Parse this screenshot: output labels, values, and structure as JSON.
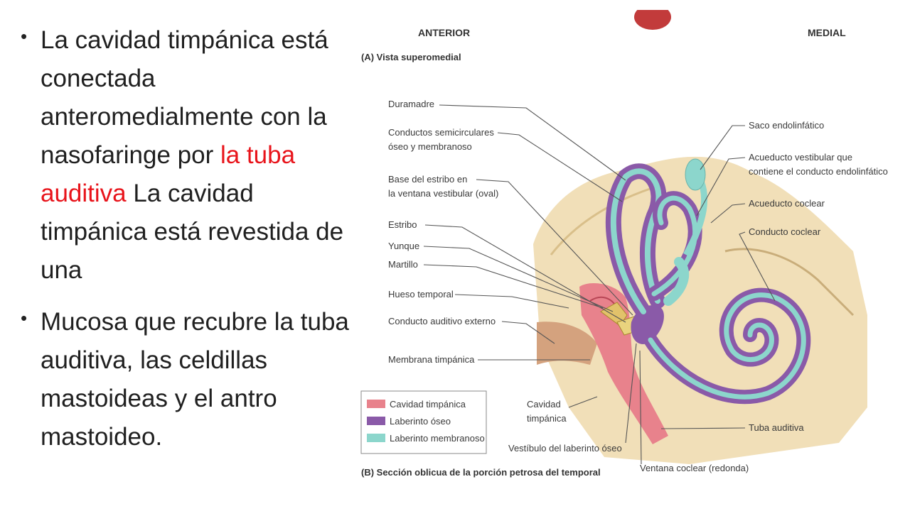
{
  "slide": {
    "bullets": [
      {
        "before": "La cavidad timpánica está conectada anteromedialmente con la nasofaringe por ",
        "highlight": "la tuba auditiva",
        "after": " La cavidad timpánica está revestida de una"
      },
      {
        "text": "Mucosa que  recubre la tuba auditiva, las celdillas mastoideas y el antro mastoideo."
      }
    ],
    "accent_color": "#e8141b"
  },
  "figure": {
    "orientation": {
      "anterior": "ANTERIOR",
      "medial": "MEDIAL"
    },
    "view_a": "(A) Vista superomedial",
    "view_b": "(B) Sección oblicua de la porción petrosa del temporal",
    "labels_left": [
      "Duramadre",
      "Conductos semicirculares",
      "óseo y membranoso",
      "Base del estribo en",
      "la ventana vestibular (oval)",
      "Estribo",
      "Yunque",
      "Martillo",
      "Hueso temporal",
      "Conducto auditivo externo",
      "Membrana timpánica"
    ],
    "labels_right": [
      "Saco endolinfático",
      "Acueducto vestibular que",
      "contiene el conducto endolinfático",
      "Acueducto coclear",
      "Conducto coclear",
      "Tuba auditiva"
    ],
    "labels_bottom": {
      "cavidad": "Cavidad",
      "timpanica": "timpánica",
      "vestibulo": "Vestíbulo del laberinto óseo",
      "ventana": "Ventana coclear (redonda)"
    },
    "legend": [
      {
        "label": "Cavidad timpánica",
        "color": "#e8828c"
      },
      {
        "label": "Laberinto óseo",
        "color": "#8a5aa8"
      },
      {
        "label": "Laberinto membranoso",
        "color": "#8cd6cc"
      }
    ]
  }
}
